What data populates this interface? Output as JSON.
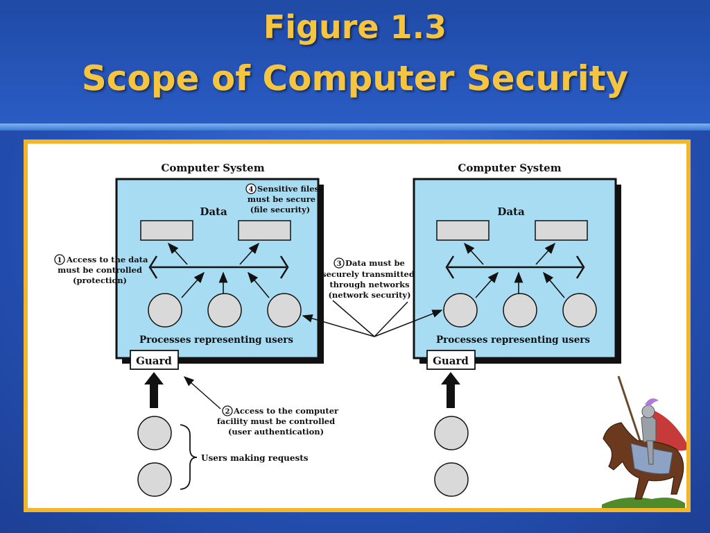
{
  "slide": {
    "title_line1": "Figure 1.3",
    "title_line2": "Scope of Computer Security"
  },
  "diagram": {
    "left_system": {
      "heading": "Computer System",
      "data_label": "Data",
      "processes_label": "Processes representing users",
      "guard_label": "Guard"
    },
    "right_system": {
      "heading": "Computer System",
      "data_label": "Data",
      "processes_label": "Processes representing users",
      "guard_label": "Guard"
    },
    "annotations": {
      "a1": {
        "number": "1",
        "lines": [
          "Access to the data",
          "must be controlled",
          "(protection)"
        ]
      },
      "a2": {
        "number": "2",
        "lines": [
          "Access to the computer",
          "facility must be controlled",
          "(user authentication)"
        ]
      },
      "a3": {
        "number": "3",
        "lines": [
          "Data must be",
          "securely transmitted",
          "through networks",
          "(network security)"
        ]
      },
      "a4": {
        "number": "4",
        "lines": [
          "Sensitive files",
          "must be secure",
          "(file security)"
        ]
      }
    },
    "users_label": "Users making requests",
    "colors": {
      "system_fill": "#a8dcf2",
      "node_fill": "#d9d9d9",
      "title": "#f5c542",
      "frame": "#f2b62c"
    },
    "illustration": "knight-on-horse"
  }
}
